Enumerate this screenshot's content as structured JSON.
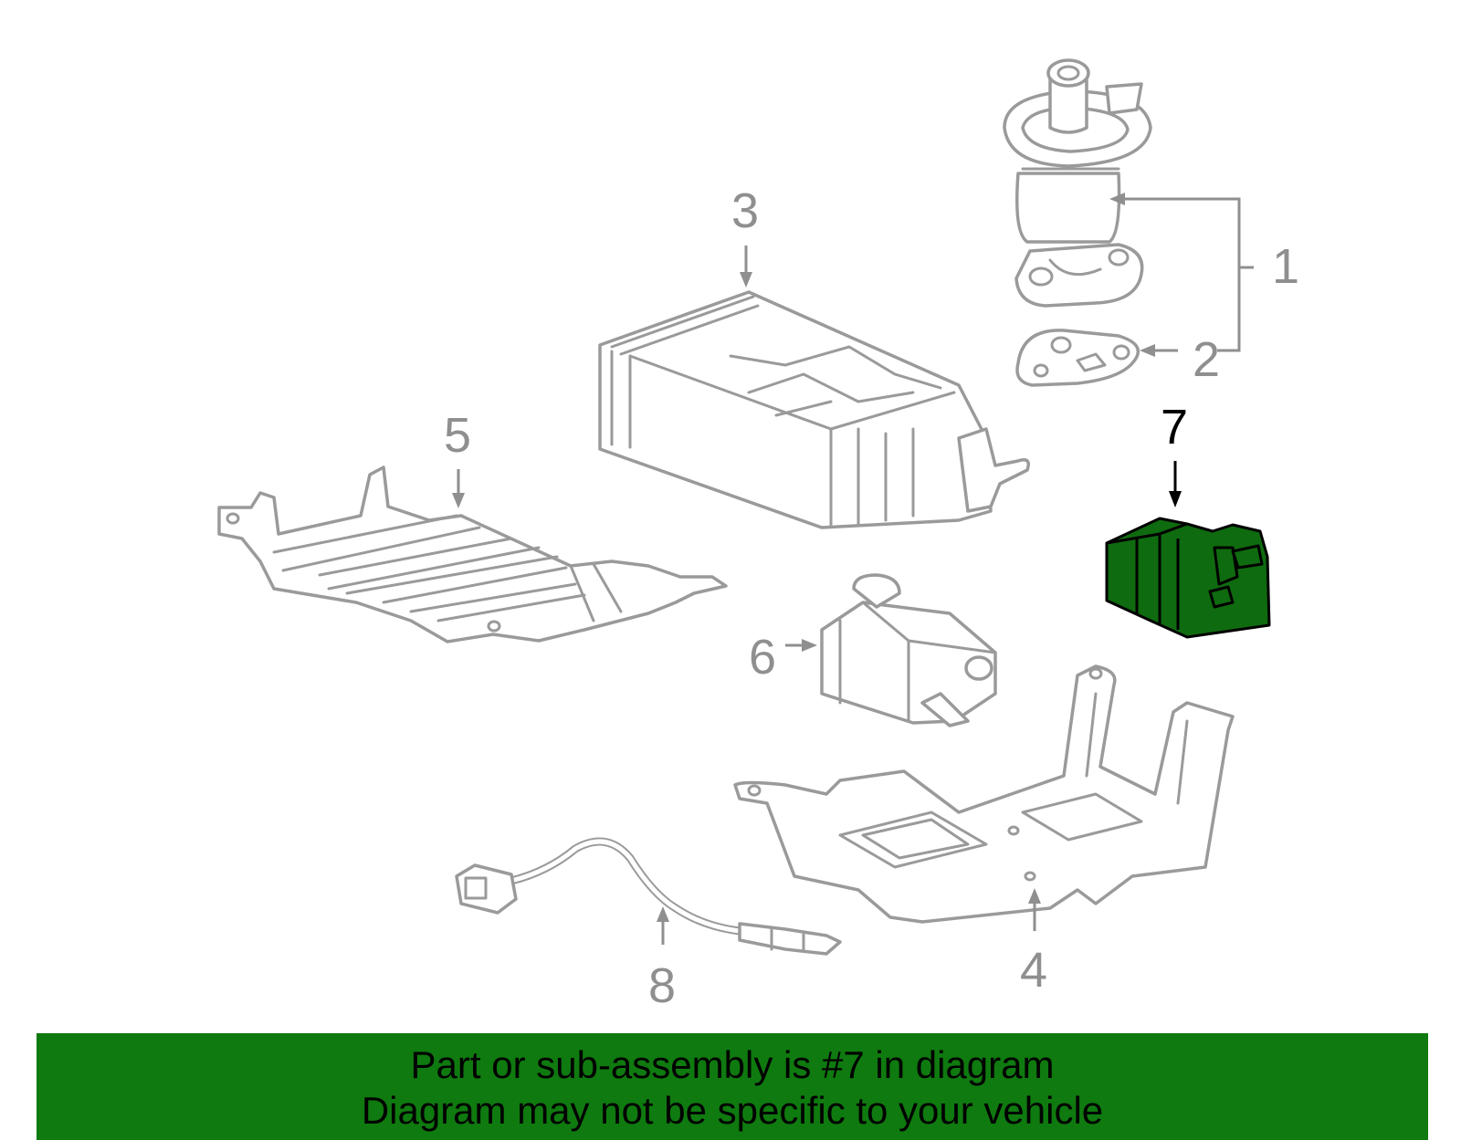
{
  "diagram": {
    "callouts": [
      {
        "id": "1",
        "label": "1"
      },
      {
        "id": "2",
        "label": "2"
      },
      {
        "id": "3",
        "label": "3"
      },
      {
        "id": "4",
        "label": "4"
      },
      {
        "id": "5",
        "label": "5"
      },
      {
        "id": "6",
        "label": "6"
      },
      {
        "id": "7",
        "label": "7"
      },
      {
        "id": "8",
        "label": "8"
      }
    ],
    "highlighted_part": "7",
    "highlight_color": "#0f6b0f"
  },
  "banner": {
    "line1": "Part or sub-assembly is #7 in diagram",
    "line2": "Diagram may not be specific to your vehicle",
    "background": "#0f7a0f"
  }
}
